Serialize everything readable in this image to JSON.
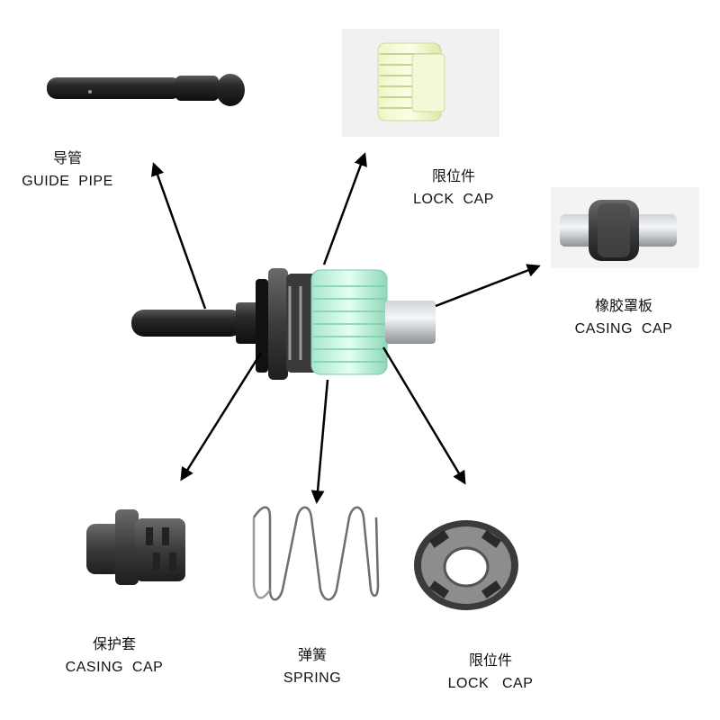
{
  "parts": [
    {
      "id": "guide-pipe",
      "zh": "导管",
      "en": "GUIDE  PIPE"
    },
    {
      "id": "lock-cap-top",
      "zh": "限位件",
      "en": "LOCK  CAP"
    },
    {
      "id": "casing-cap-right",
      "zh": "橡胶罩板",
      "en": "CASING  CAP"
    },
    {
      "id": "casing-cap-bottom",
      "zh": "保护套",
      "en": "CASING  CAP"
    },
    {
      "id": "spring",
      "zh": "弹簧",
      "en": "SPRING"
    },
    {
      "id": "lock-cap-bottom",
      "zh": "限位件",
      "en": "LOCK   CAP"
    }
  ]
}
